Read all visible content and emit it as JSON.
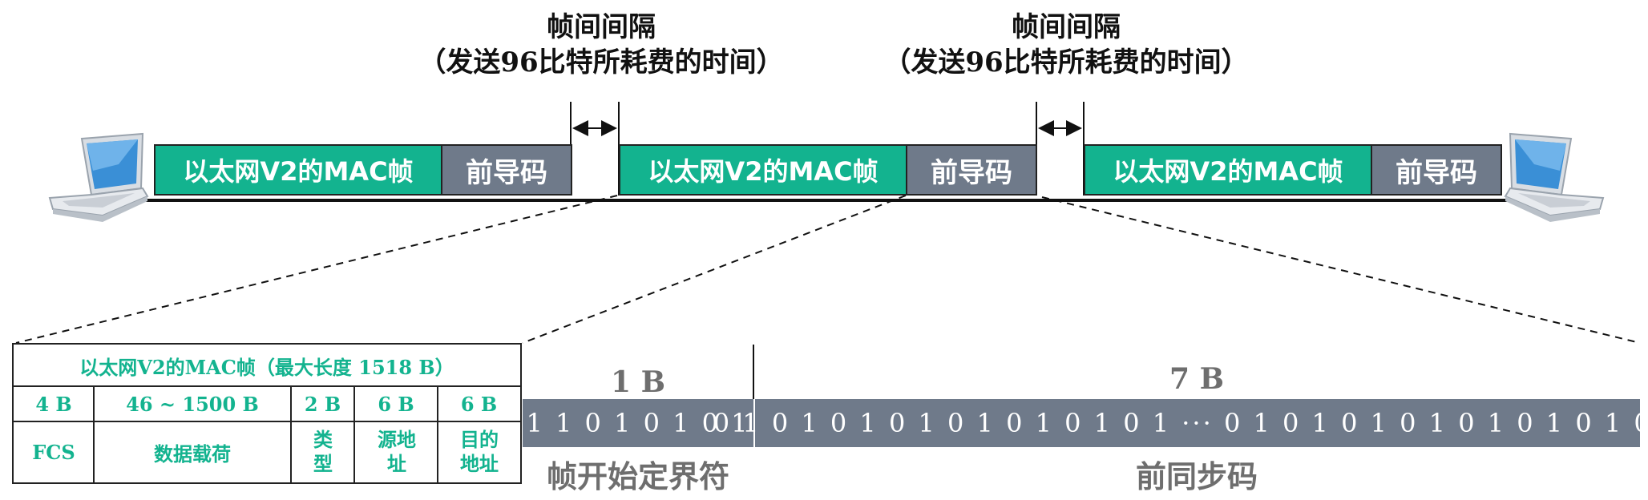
{
  "gap_labels": [
    {
      "title": "帧间间隔",
      "subtitle": "（发送96比特所耗费的时间）"
    },
    {
      "title": "帧间间隔",
      "subtitle": "（发送96比特所耗费的时间）"
    }
  ],
  "frames": [
    {
      "mac": "以太网V2的MAC帧",
      "preamble": "前导码"
    },
    {
      "mac": "以太网V2的MAC帧",
      "preamble": "前导码"
    },
    {
      "mac": "以太网V2的MAC帧",
      "preamble": "前导码"
    }
  ],
  "mac_table": {
    "title": "以太网V2的MAC帧（最大长度 1518 B）",
    "sizes": [
      "4 B",
      "46 ~ 1500 B",
      "2 B",
      "6 B",
      "6 B"
    ],
    "fields": [
      "FCS",
      "数据载荷",
      "类型",
      "源地址",
      "目的地址"
    ]
  },
  "sfd": {
    "size": "1 B",
    "bits": "1 1 0 1 0 1 0 1",
    "label": "帧开始定界符"
  },
  "preamble_sync": {
    "size": "7 B",
    "bits": "0 1 0 1 0 1 0 1 0 1 0 1 0 1 0 1 ··· 0 1 0 1 0 1 0 1 0 1 0 1 0 1 0 1",
    "label": "前同步码"
  },
  "colors": {
    "mac_green": "#13b38f",
    "preamble_gray": "#6f7a8a",
    "label_gray": "#6e6e6e",
    "laptop_blue": "#3a8fd6"
  },
  "icons": [
    "laptop-icon",
    "laptop-icon"
  ]
}
